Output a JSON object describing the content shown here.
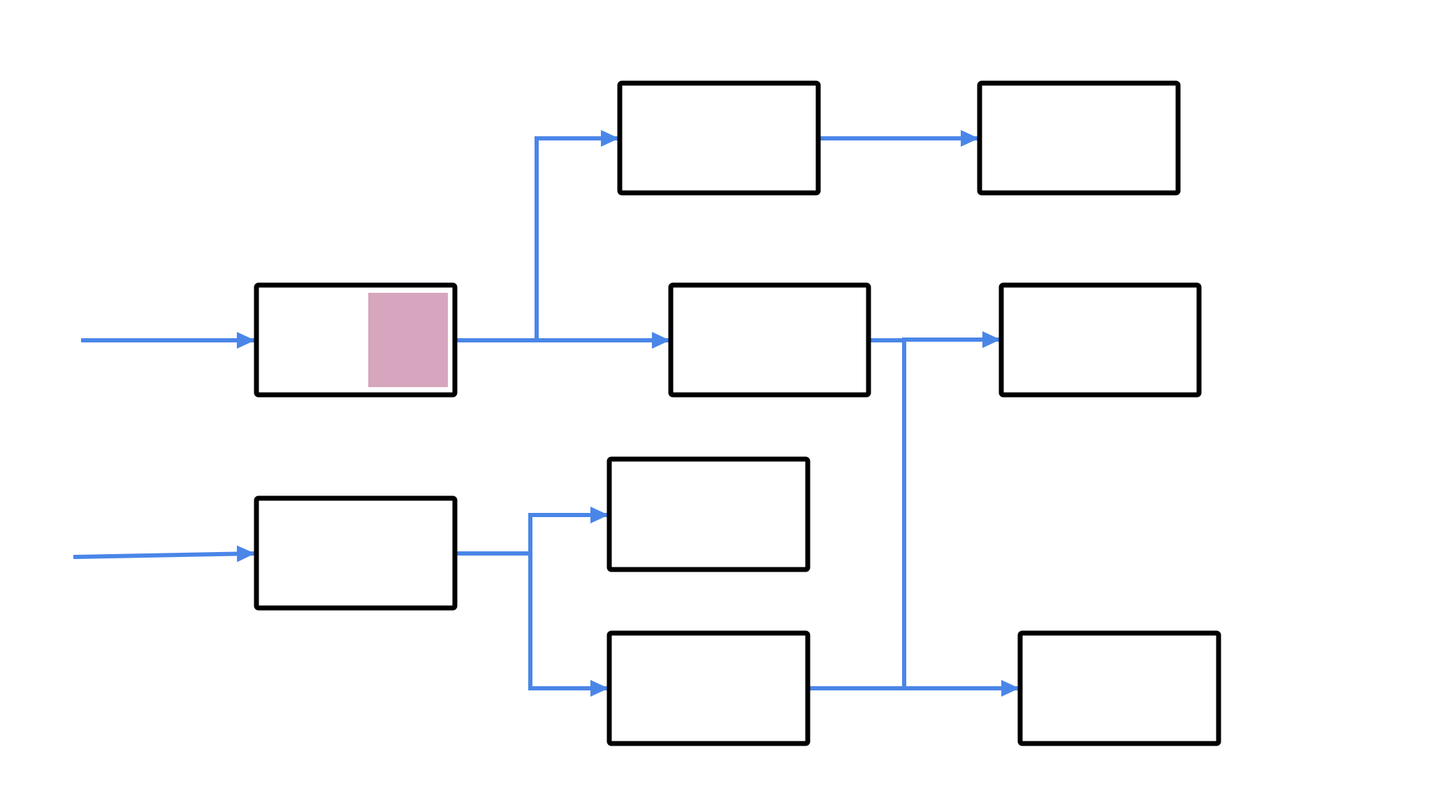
{
  "diagram": {
    "colors": {
      "background": "#ffffff",
      "box_stroke": "#000000",
      "box_fill": "#ffffff",
      "connector": "#4a86e8",
      "highlight_fill": "#d5a6bd"
    },
    "boxes": [
      {
        "id": "box-input-top",
        "label": ""
      },
      {
        "id": "box-input-bottom",
        "label": ""
      },
      {
        "id": "box-top-mid",
        "label": ""
      },
      {
        "id": "box-top-right",
        "label": ""
      },
      {
        "id": "box-middle-mid",
        "label": ""
      },
      {
        "id": "box-middle-right",
        "label": ""
      },
      {
        "id": "box-lower-mid",
        "label": ""
      },
      {
        "id": "box-bottom-mid",
        "label": ""
      },
      {
        "id": "box-bottom-right",
        "label": ""
      }
    ],
    "connections": [
      {
        "from": "external",
        "to": "box-input-top"
      },
      {
        "from": "external",
        "to": "box-input-bottom"
      },
      {
        "from": "box-input-top",
        "to": "box-top-mid"
      },
      {
        "from": "box-input-top",
        "to": "box-middle-mid"
      },
      {
        "from": "box-top-mid",
        "to": "box-top-right"
      },
      {
        "from": "box-middle-mid",
        "to": "box-middle-right"
      },
      {
        "from": "box-middle-mid",
        "to": "box-bottom-right"
      },
      {
        "from": "box-input-bottom",
        "to": "box-lower-mid"
      },
      {
        "from": "box-input-bottom",
        "to": "box-bottom-mid"
      },
      {
        "from": "box-bottom-mid",
        "to": "box-bottom-right"
      }
    ]
  }
}
